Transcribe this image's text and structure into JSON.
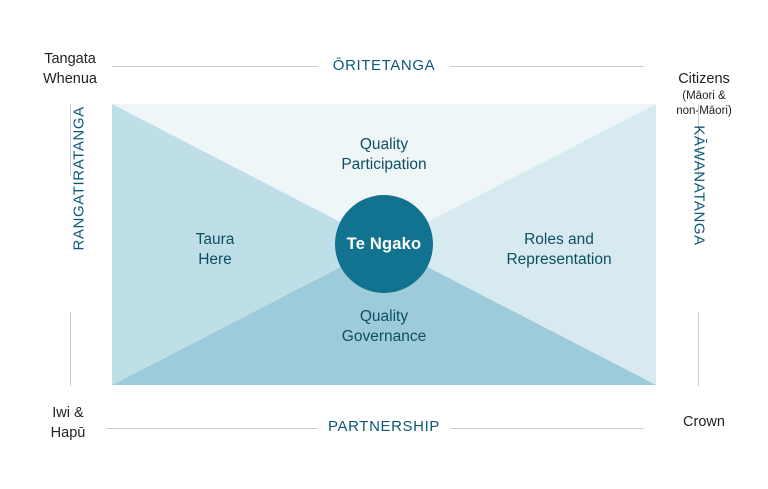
{
  "diagram": {
    "corners": {
      "top_left": "Tangata\nWhenua",
      "top_right_main": "Citizens",
      "top_right_sub": "(Māori &\nnon-Māori)",
      "bottom_left": "Iwi &\nHapū",
      "bottom_right": "Crown"
    },
    "axes": {
      "top": "ŌRITETANGA",
      "bottom": "PARTNERSHIP",
      "left": "RANGATIRATANGA",
      "right": "KĀWANATANGA"
    },
    "quadrants": {
      "top": "Quality\nParticipation",
      "bottom": "Quality\nGovernance",
      "left": "Taura\nHere",
      "right": "Roles and\nRepresentation"
    },
    "center": "Te Ngako",
    "colors": {
      "circle": "#11738f",
      "circle_text": "#ffffff",
      "triangle_top": "#eef6f8",
      "triangle_bottom": "#9ecbd9",
      "triangle_left": "#bedfe8",
      "triangle_right": "#d6eaf0",
      "axis_text": "#0b5a77",
      "quadrant_text": "#0d4f63",
      "corner_text": "#231f20",
      "rule": "#c9ccd4",
      "background": "#ffffff"
    }
  }
}
